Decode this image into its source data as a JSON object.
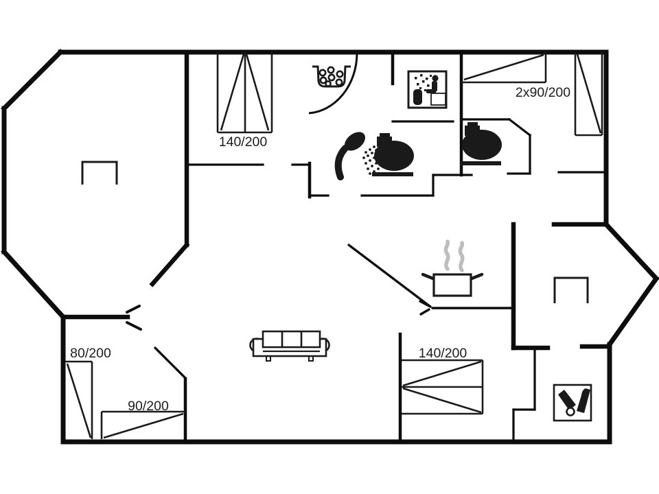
{
  "floorplan": {
    "background_color": "#ffffff",
    "wall_color": "#0d0d0d",
    "steam_color": "#bdbdbd",
    "bed_labels": {
      "bedroom_top_double": "140/200",
      "bedroom_right_twin": "2x90/200",
      "bedroom_left_single": "80/200",
      "bedroom_left_double": "90/200",
      "bedroom_bottom_double": "140/200"
    },
    "icons": [
      "washing-machine-icon",
      "sauna-icon",
      "shower-icon",
      "toilet-icon-bathroom",
      "toilet-icon-wc",
      "cooking-pot-icon",
      "steam-icon",
      "sofa-icon",
      "fireplace-icon-living-room",
      "fireplace-icon-bay-room",
      "bottles-icon",
      "door-swing-arc"
    ]
  }
}
